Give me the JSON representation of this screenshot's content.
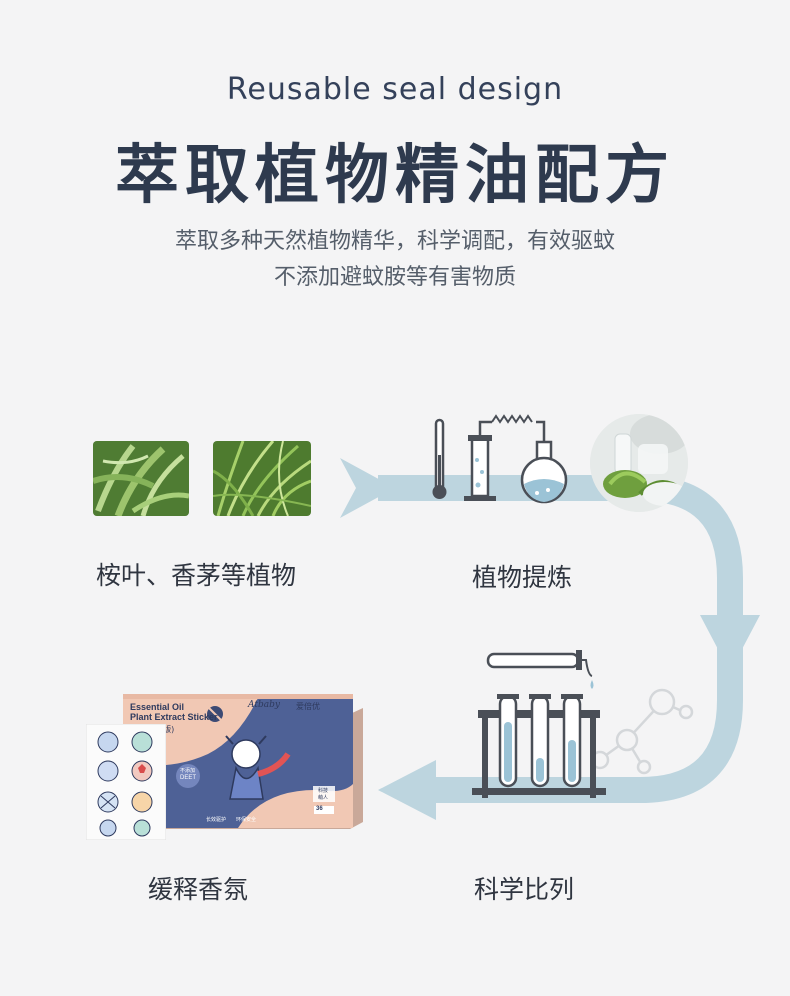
{
  "header": {
    "subtitle_en": "Reusable seal design",
    "title_cn": "萃取植物精油配方",
    "desc_line1": "萃取多种天然植物精华，科学调配，有效驱蚊",
    "desc_line2": "不添加避蚊胺等有害物质"
  },
  "steps": [
    {
      "label": "桉叶、香茅等植物"
    },
    {
      "label": "植物提炼"
    },
    {
      "label": "科学比列"
    },
    {
      "label": "缓释香氛"
    }
  ],
  "product_box": {
    "brand": "Atbaby",
    "brand_cn": "爱倍优",
    "name_line1": "Essential Oil",
    "name_line2": "Plant Extract Sticker",
    "edition": "(升级版)",
    "badge_deet_cn": "不添加",
    "badge_deet": "DEET",
    "corner_tag_line1": "科技",
    "corner_tag_line2": "萌人",
    "count": "36",
    "footer_a": "长效驱护",
    "footer_b": "环保安全"
  },
  "colors": {
    "accent_arrow": "#b9d3de",
    "title": "#2e3a4e",
    "box_blue": "#4d5f94",
    "box_pink": "#f1c7b3"
  }
}
